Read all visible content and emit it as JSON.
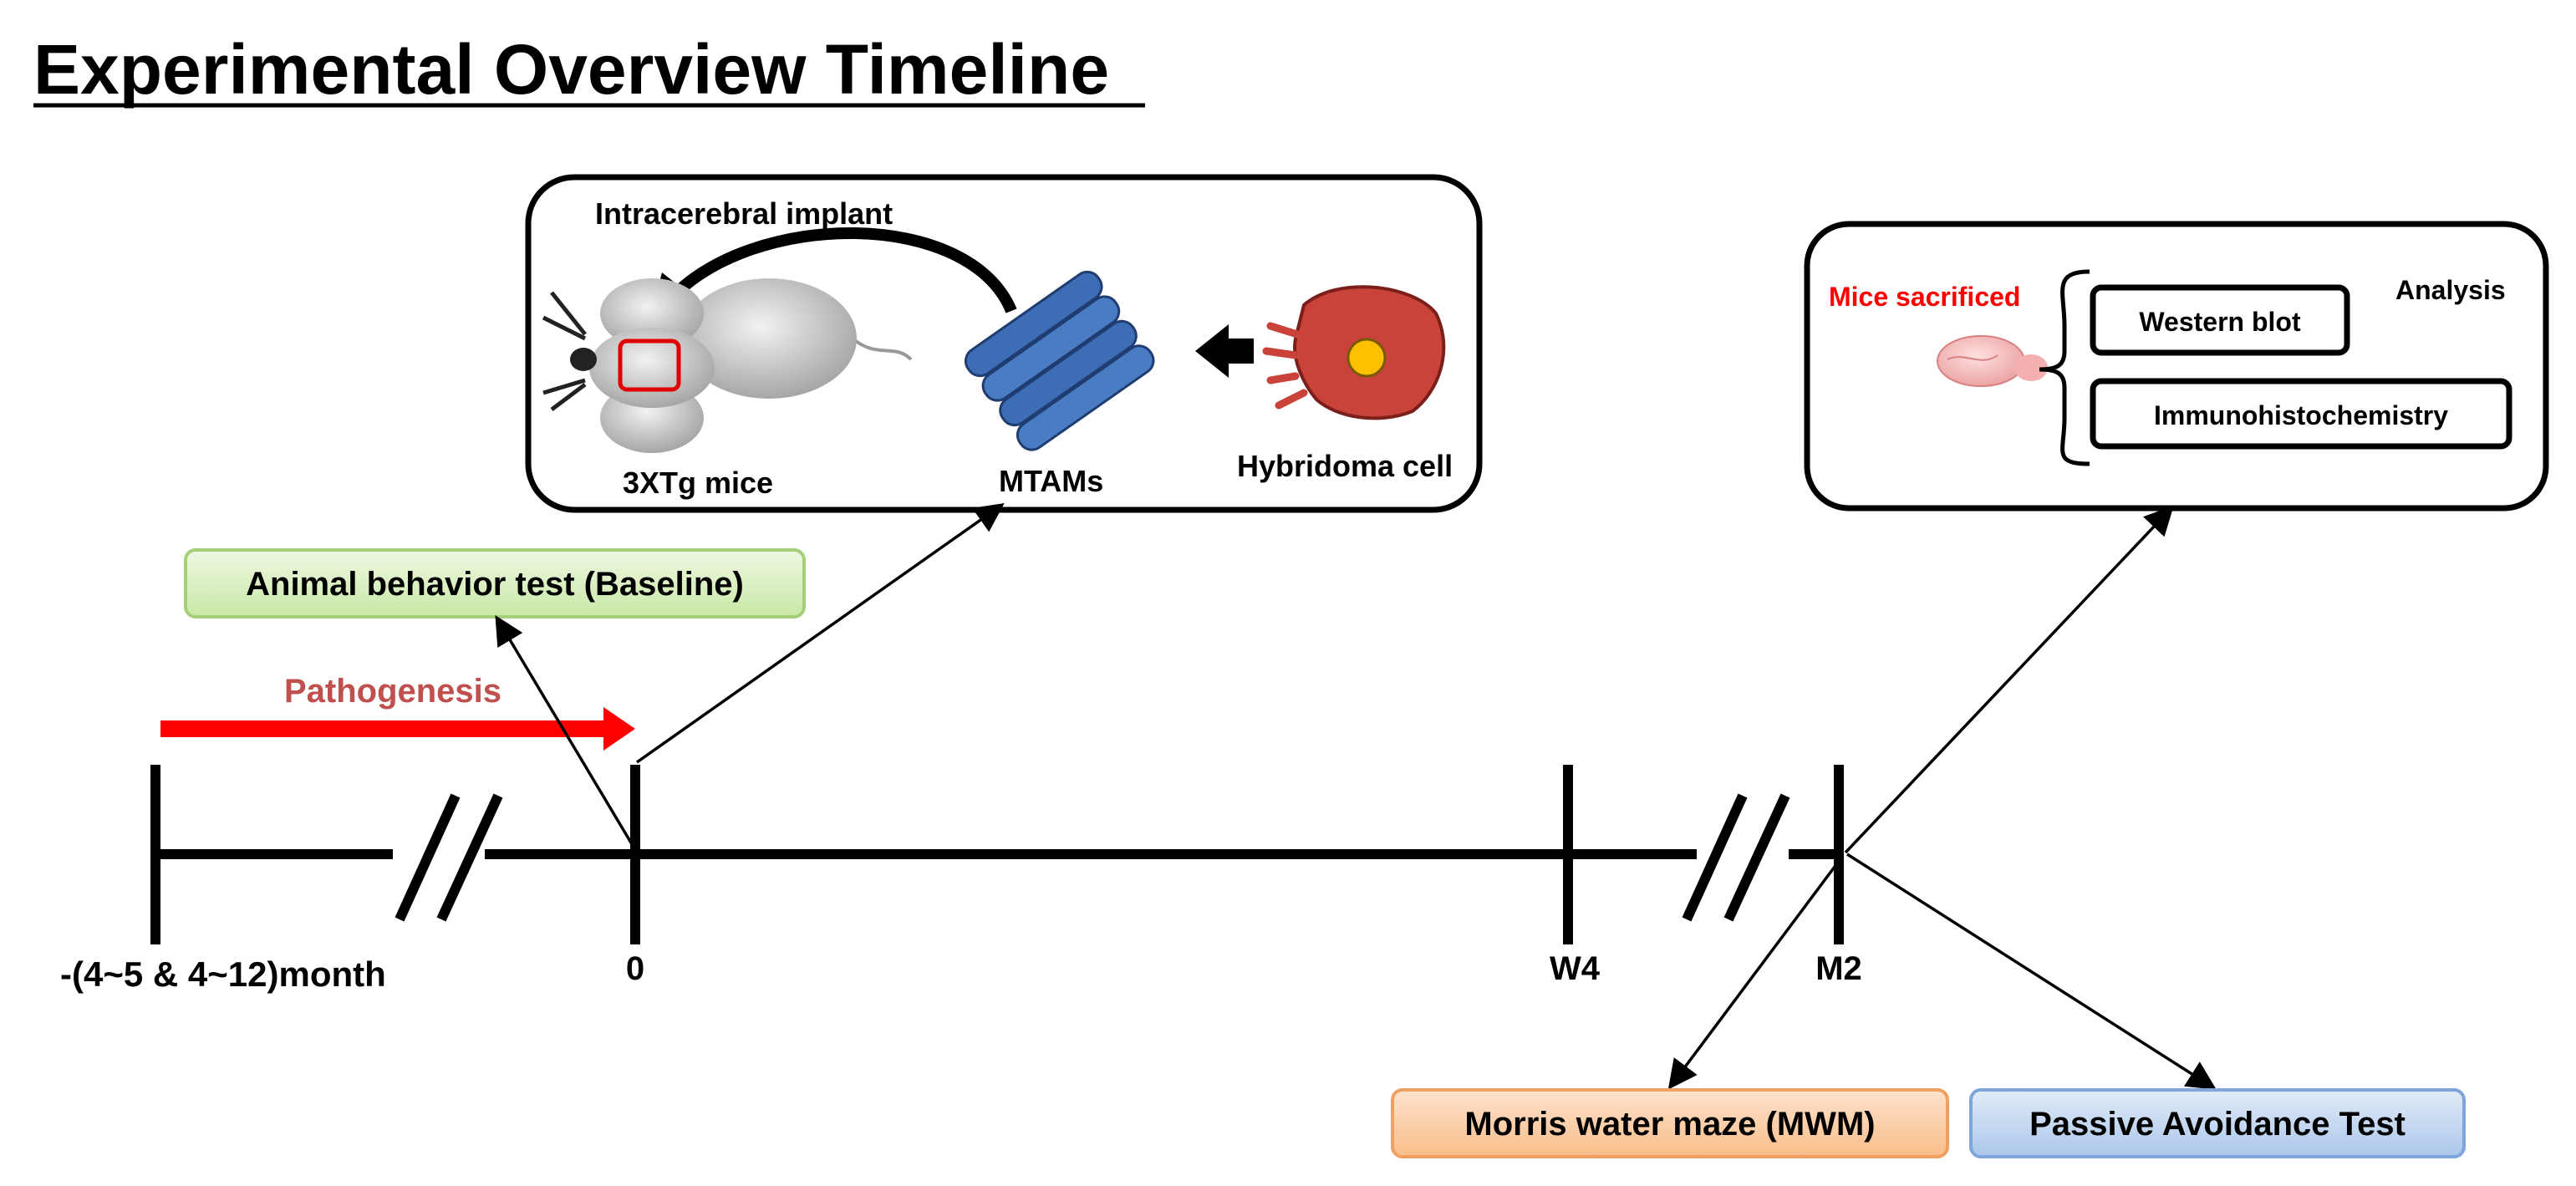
{
  "title": "Experimental Overview Timeline",
  "timeline": {
    "labels": {
      "start": "-(4~5 & 4~12)month",
      "zero": "0",
      "w4": "W4",
      "m2": "M2"
    },
    "pathogenesis_label": "Pathogenesis"
  },
  "implant_panel": {
    "arrow_label": "Intracerebral implant",
    "mice_label": "3XTg mice",
    "mtams_label": "MTAMs",
    "hybridoma_label": "Hybridoma cell"
  },
  "analysis_panel": {
    "mice_sacrificed": "Mice sacrificed",
    "analysis_label": "Analysis",
    "western_blot": "Western blot",
    "ihc": "Immunohistochemistry"
  },
  "tests": {
    "baseline": "Animal behavior test (Baseline)",
    "mwm": "Morris water maze (MWM)",
    "passive": "Passive Avoidance Test"
  },
  "colors": {
    "pathogenesis_arrow": "#ff0000",
    "pathogenesis_text": "#c0504d",
    "mice_sacrificed_text": "#ff0000",
    "baseline_fill": "#d7eebf",
    "mwm_fill": "#fbcda4",
    "passive_fill": "#c6d9f1",
    "mtams_blue": "#3d6db5",
    "hybridoma_red": "#c9433a"
  }
}
